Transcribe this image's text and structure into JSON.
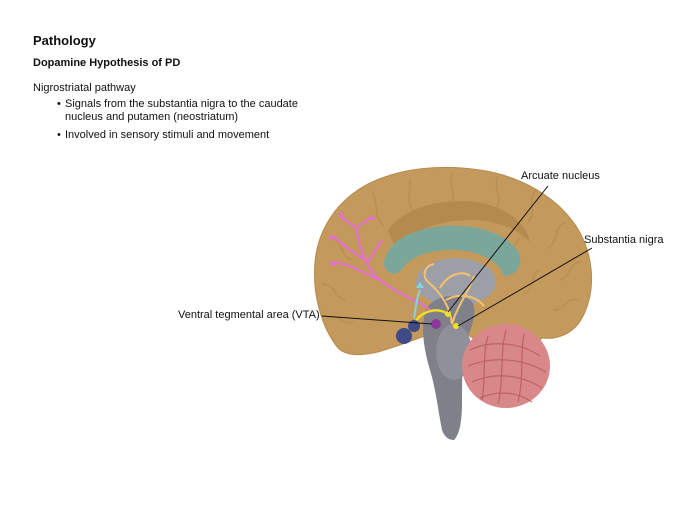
{
  "slide": {
    "title": "Pathology",
    "subtitle": "Dopamine Hypothesis of PD",
    "section": "Nigrostriatal pathway",
    "bullets": [
      "Signals from the substantia nigra to the caudate nucleus and putamen (neostriatum)",
      "Involved in sensory stimuli and movement"
    ]
  },
  "diagram": {
    "labels": {
      "arcuate": "Arcuate nucleus",
      "substantia": "Substantia nigra",
      "vta": "Ventral tegmental area (VTA)"
    },
    "colors": {
      "cortex": "#c49a5c",
      "cortex_inner": "#b58a4e",
      "corpus_callosum": "#7aa79a",
      "brainstem": "#7f8089",
      "cerebellum": "#d9888a",
      "pathway_pink": "#e46fcf",
      "pathway_yellow": "#f2e21e",
      "pathway_orange": "#f5c26b",
      "pathway_cyan": "#82d4e6",
      "nucleus_purple": "#8a3a9c",
      "nucleus_navy": "#404a86"
    }
  }
}
